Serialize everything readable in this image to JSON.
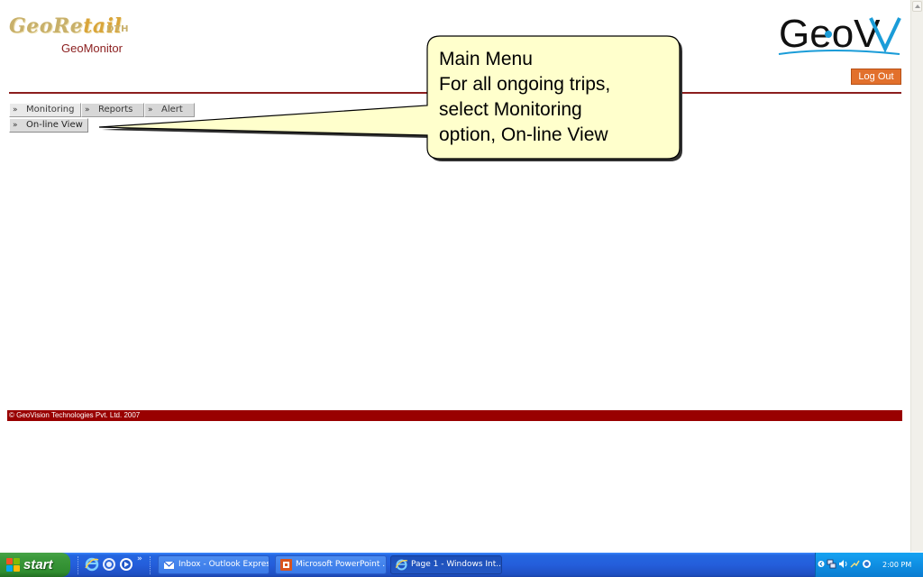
{
  "header": {
    "brand_main_a": "GeoRe",
    "brand_main_b": "tail",
    "brand_sup": "DTH",
    "brand_sub": "GeoMonitor",
    "logo_text": "GeoV",
    "logout_label": "Log Out"
  },
  "menu": {
    "items": [
      {
        "label": "Monitoring",
        "icon": "chevron-right-icon"
      },
      {
        "label": "Reports",
        "icon": "chevron-right-icon"
      },
      {
        "label": "Alert",
        "icon": "chevron-right-icon"
      }
    ],
    "submenu": [
      {
        "label": "On-line View",
        "icon": "chevron-right-icon"
      }
    ]
  },
  "callout": {
    "lines": [
      "Main Menu",
      "For all ongoing trips,",
      "select Monitoring",
      "option, On-line View"
    ],
    "fill": "#ffffcc"
  },
  "footer": {
    "copyright": "© GeoVision Technologies Pvt. Ltd. 2007"
  },
  "taskbar": {
    "start_label": "start",
    "quick_launch": [
      "internet-explorer-icon",
      "outlook-express-icon",
      "media-player-icon"
    ],
    "overflow": "»",
    "tasks": [
      {
        "label": "Inbox - Outlook Express",
        "icon": "outlook-express-icon",
        "active": false
      },
      {
        "label": "Microsoft PowerPoint ...",
        "icon": "powerpoint-icon",
        "active": false
      },
      {
        "label": "Page 1 - Windows Int...",
        "icon": "internet-explorer-icon",
        "active": true
      }
    ],
    "clock": "2:00 PM"
  },
  "colors": {
    "accent_red": "#8b1e1e",
    "footer_red": "#990000",
    "logout_orange": "#e2702c",
    "geov_blue": "#1a9cd8"
  }
}
